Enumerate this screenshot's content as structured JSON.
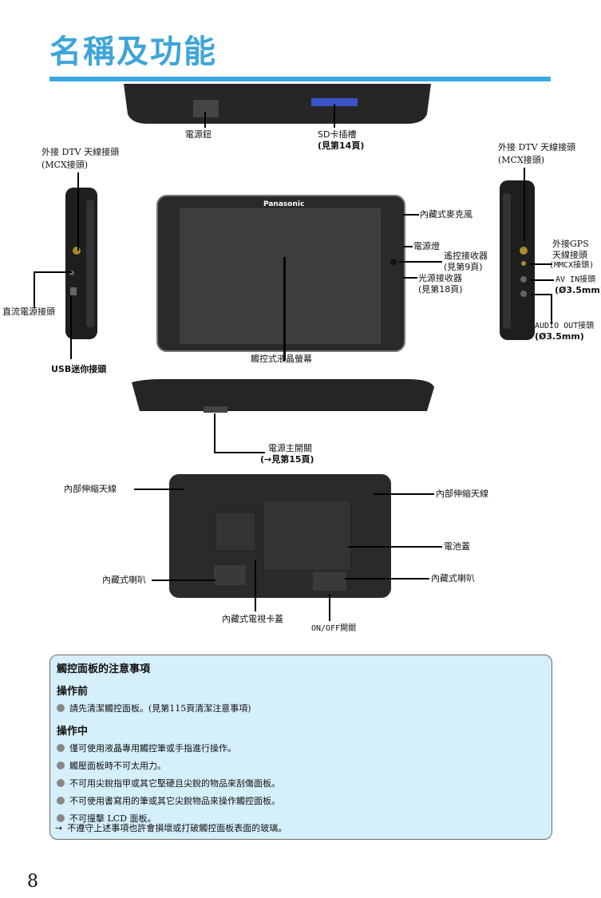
{
  "page": {
    "title": "名稱及功能",
    "page_number": "8"
  },
  "top_view": {
    "power_button": "電源鈕",
    "sd_slot": "SD卡插槽",
    "sd_slot_ref": "(見第14頁)"
  },
  "left_side": {
    "dtv_antenna_line1": "外接 DTV 天線接頭",
    "dtv_antenna_line2": "(MCX接頭)",
    "dc_power": "直流電源接頭",
    "usb_mini": "USB迷你接頭"
  },
  "front_view": {
    "brand": "Panasonic",
    "mic": "內藏式麥克風",
    "power_lamp": "電源燈",
    "remote_receiver": "遙控接收器",
    "remote_receiver_ref": "(見第9頁)",
    "light_receiver": "光源接收器",
    "light_receiver_ref": "(見第18頁)",
    "lcd": "觸控式液晶螢幕"
  },
  "right_side": {
    "dtv_antenna_line1": "外接 DTV 天線接頭",
    "dtv_antenna_line2": "(MCX接頭)",
    "gps_line1": "外接GPS",
    "gps_line2": "天線接頭",
    "gps_line3": "(MMCX接頭)",
    "av_in": "AV IN接頭",
    "av_in_size": "(Ø3.5mm)",
    "audio_out": "AUDIO OUT接頭",
    "audio_out_size": "(Ø3.5mm)"
  },
  "bottom_view": {
    "main_power": "電源主開關",
    "main_power_ref": "(→見第15頁)"
  },
  "back_view": {
    "antenna_left": "內部伸縮天線",
    "antenna_right": "內部伸縮天線",
    "battery_cover": "電池蓋",
    "speaker_left": "內藏式喇叭",
    "speaker_right": "內藏式喇叭",
    "tv_card_cover": "內藏式電視卡蓋",
    "onoff_switch": "ON/OFF開關"
  },
  "notes": {
    "heading": "觸控面板的注意事項",
    "before_heading": "操作前",
    "before_items": [
      "請先清潔觸控面板。(見第115頁清潔注意事項)"
    ],
    "during_heading": "操作中",
    "during_items": [
      "僅可使用液晶專用觸控筆或手指進行操作。",
      "觸壓面板時不可太用力。",
      "不可用尖銳指甲或其它堅硬且尖銳的物品來刮傷面板。",
      "不可使用書寫用的筆或其它尖銳物品來操作觸控面板。",
      "不可撞擊 LCD 面板。"
    ],
    "warning": "不遵守上述事項也許會損壞或打破觸控面板表面的玻璃。"
  }
}
